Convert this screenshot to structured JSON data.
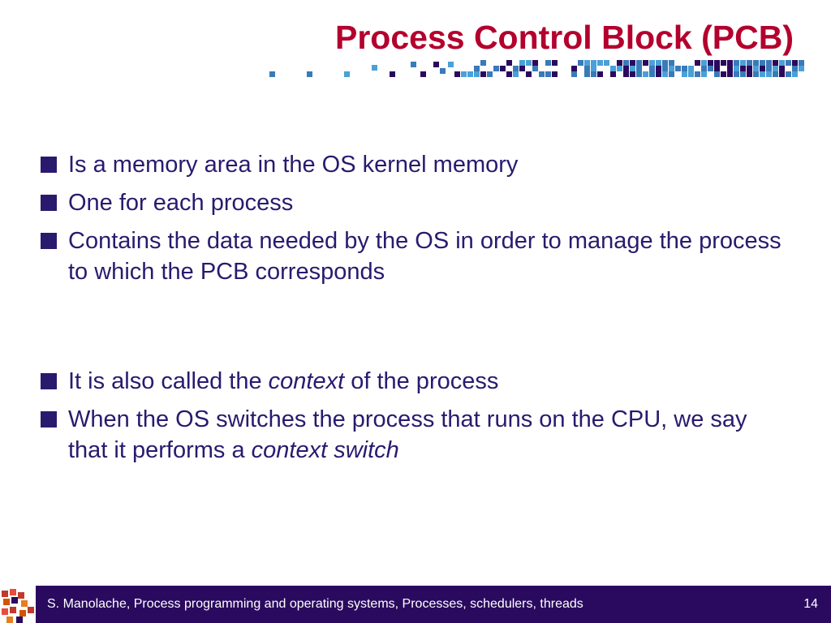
{
  "slide": {
    "title": "Process Control Block (PCB)",
    "bullets": [
      {
        "pre": "Is a memory area in the OS kernel memory",
        "em": "",
        "post": ""
      },
      {
        "pre": "One for each process",
        "em": "",
        "post": ""
      },
      {
        "pre": "Contains the data needed by the OS in order to manage the process to which the PCB corresponds",
        "em": "",
        "post": ""
      },
      {
        "pre": "It is also called the ",
        "em": "context",
        "post": " of the process"
      },
      {
        "pre": "When the OS switches the process that runs on the CPU, we say that it performs a ",
        "em": "context switch",
        "post": ""
      }
    ]
  },
  "footer": {
    "text": "S. Manolache, Process programming and operating systems, Processes, schedulers, threads",
    "page_number": "14"
  },
  "colors": {
    "title": "#b3002d",
    "body_text": "#2a1a6e",
    "footer_bg": "#2a0a5e",
    "pixel_dark": "#2a0a5e",
    "pixel_blue": "#3a7ab8",
    "pixel_light": "#4aa0d8"
  }
}
